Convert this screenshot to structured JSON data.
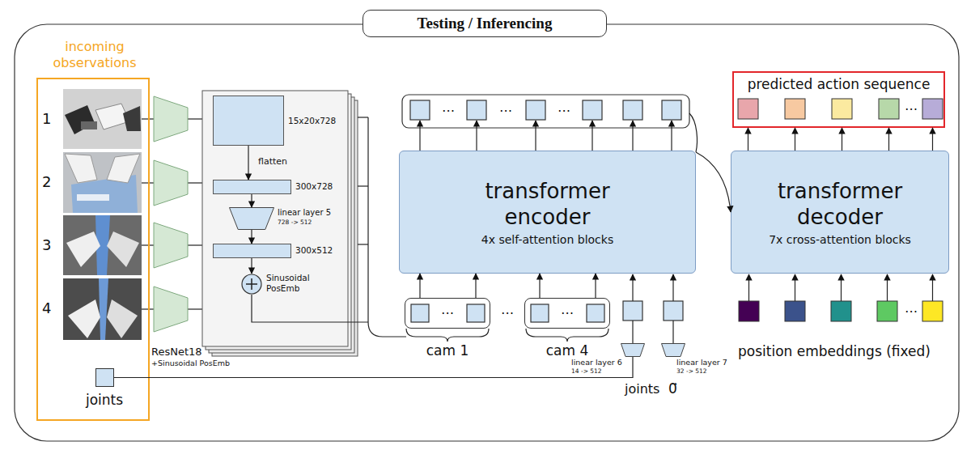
{
  "diagram": {
    "title": "Testing / Inferencing",
    "nodes": [
      {
        "text": [
          "incoming observations"
        ]
      },
      {
        "text": [
          "joints"
        ],
        "in": 0
      },
      {
        "text": [
          "15x20x728"
        ]
      },
      {
        "text": [
          "300x728"
        ]
      },
      {
        "text": [
          "linear layer 5",
          "728 -> 512"
        ]
      },
      {
        "text": [
          "300x512"
        ]
      },
      {
        "text": [
          "Sinusoidal PosEmb"
        ]
      },
      {
        "text": [
          "cam 1"
        ]
      },
      {
        "text": [
          "cam 4"
        ]
      },
      {
        "text": [
          "linear layer 6",
          "14 -> 512"
        ]
      },
      {
        "text": [
          "linear layer 7",
          "32 -> 512"
        ]
      },
      {
        "text": [
          "transformer encoder",
          "4x self-attention blocks"
        ]
      },
      {
        "text": [
          "predicted action sequence"
        ]
      },
      {
        "text": [
          "transformer decoder",
          "7x cross-attention blocks"
        ]
      }
    ],
    "edges": [
      {
        "from": 2,
        "to": 3,
        "label": "flatten",
        "arrow": "to"
      },
      {
        "from": 3,
        "to": 4,
        "arrow": "to"
      },
      {
        "from": 4,
        "to": 5,
        "arrow": "to"
      },
      {
        "from": 5,
        "to": 6,
        "arrow": "to"
      },
      {
        "from": 7,
        "to": 11,
        "arrow": "to"
      },
      {
        "from": 7,
        "to": 11,
        "arrow": "to"
      },
      {
        "from": 8,
        "to": 11,
        "arrow": "to"
      },
      {
        "from": 8,
        "to": 11,
        "arrow": "to"
      },
      {
        "from": 1,
        "to": 9,
        "arrow": "none"
      },
      {
        "from": 11,
        "to": 13,
        "arrow": "to"
      },
      {
        "from": 13,
        "to": 12,
        "arrow": "to"
      },
      {
        "from": 13,
        "to": 12,
        "arrow": "to"
      },
      {
        "from": 13,
        "to": 12,
        "arrow": "to"
      },
      {
        "from": 13,
        "to": 12,
        "arrow": "to"
      },
      {
        "from": 13,
        "to": 12,
        "arrow": "to"
      }
    ],
    "labels": [
      "1",
      "2",
      "3",
      "4",
      "ResNet18",
      "+Sinusoidal PosEmb",
      "⋯",
      "⋯",
      "⋯",
      "⋯",
      "⋯",
      "⋯",
      "joints",
      "0⃗",
      "⋯",
      "position embeddings (fixed)",
      "⋯"
    ]
  }
}
